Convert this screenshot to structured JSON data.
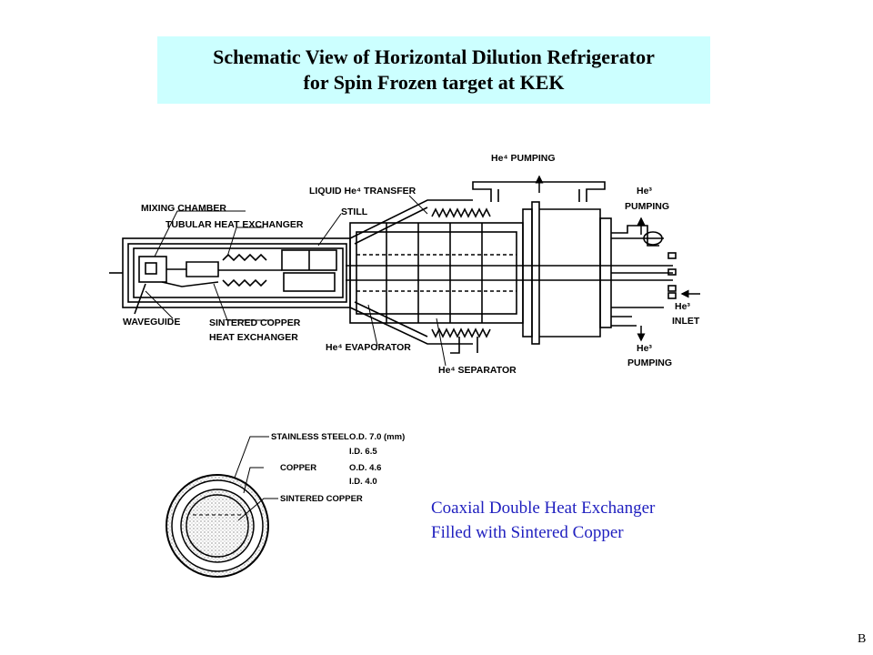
{
  "title": {
    "line1": "Schematic View of Horizontal Dilution Refrigerator",
    "line2": "for Spin Frozen target at KEK"
  },
  "refrigerator": {
    "labels": {
      "he4_pumping": "He⁴ PUMPING",
      "liquid_he4_transfer": "LIQUID He⁴ TRANSFER",
      "mixing_chamber": "MIXING CHAMBER",
      "tubular_heat_exchanger": "TUBULAR HEAT EXCHANGER",
      "still": "STILL",
      "he3_pumping_top_a": "He³",
      "he3_pumping_top_b": "PUMPING",
      "waveguide": "WAVEGUIDE",
      "sintered_copper_a": "SINTERED COPPER",
      "sintered_copper_b": "HEAT EXCHANGER",
      "he4_evaporator": "He⁴ EVAPORATOR",
      "he4_separator": "He⁴ SEPARATOR",
      "he3_inlet_a": "He³",
      "he3_inlet_b": "INLET",
      "he3_pumping_bottom_a": "He³",
      "he3_pumping_bottom_b": "PUMPING"
    }
  },
  "cross_section": {
    "labels": {
      "stainless_steel": "STAINLESS STEEL",
      "ss_od": "O.D. 7.0 (mm)",
      "ss_id": "I.D. 6.5",
      "copper": "COPPER",
      "cu_od": "O.D. 4.6",
      "cu_id": "I.D. 4.0",
      "sintered_copper": "SINTERED COPPER"
    }
  },
  "caption": {
    "line1": "Coaxial Double Heat Exchanger",
    "line2": "Filled with Sintered Copper"
  },
  "slide_letter": "B"
}
